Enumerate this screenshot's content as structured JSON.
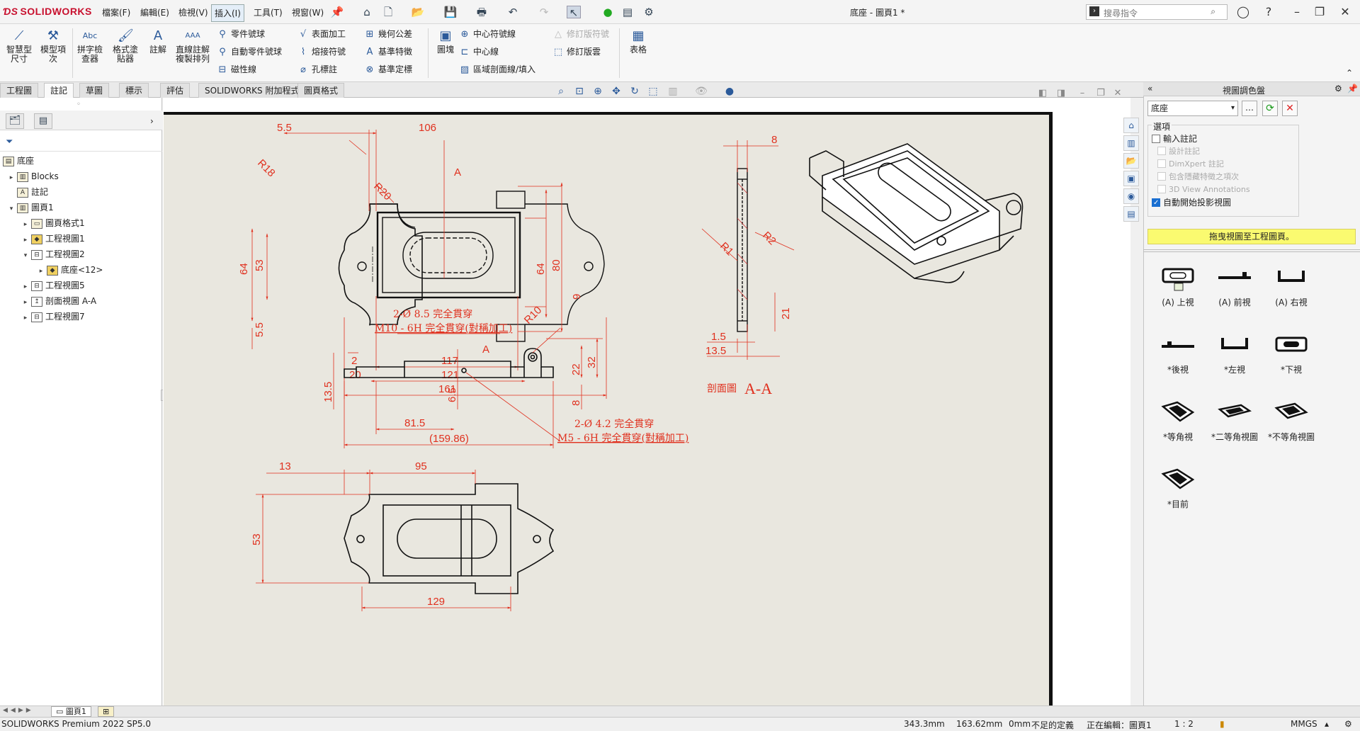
{
  "app": {
    "logo": "SOLIDWORKS",
    "document_title": "底座 - 圖頁1 *",
    "menus": [
      "檔案(F)",
      "編輯(E)",
      "檢視(V)",
      "插入(I)",
      "工具(T)",
      "視窗(W)"
    ],
    "active_menu": "插入(I)",
    "search_placeholder": "搜尋指令"
  },
  "ribbon": {
    "big_buttons": [
      {
        "label": "智慧型\n尺寸",
        "icon": "smart-dimension-icon"
      },
      {
        "label": "模型項\n次",
        "icon": "model-items-icon"
      },
      {
        "label": "拼字檢\n查器",
        "icon": "spell-check-icon"
      },
      {
        "label": "格式塗\n貼器",
        "icon": "format-painter-icon"
      },
      {
        "label": "註解",
        "icon": "note-icon"
      },
      {
        "label": "直線註解\n複製排列",
        "icon": "linear-note-pattern-icon"
      }
    ],
    "col1": [
      "零件號球",
      "自動零件號球",
      "磁性線"
    ],
    "col2": [
      "表面加工",
      "熔接符號",
      "孔標註"
    ],
    "col3": [
      "幾何公差",
      "基準特徵",
      "基準定標"
    ],
    "block_label": "圖塊",
    "col4": [
      "中心符號線",
      "中心線",
      "區域剖面線/填入"
    ],
    "col5": [
      "修訂版符號",
      "修訂版雲"
    ],
    "table_label": "表格"
  },
  "command_tabs": [
    "工程圖",
    "註記",
    "草圖",
    "標示",
    "評估",
    "SOLIDWORKS 附加程式",
    "圖頁格式"
  ],
  "active_tab": "註記",
  "tree": [
    {
      "label": "底座",
      "level": 0,
      "arrow": ""
    },
    {
      "label": "Blocks",
      "level": 1,
      "arrow": "▸"
    },
    {
      "label": "註記",
      "level": 1,
      "arrow": ""
    },
    {
      "label": "圖頁1",
      "level": 1,
      "arrow": "▾"
    },
    {
      "label": "圖頁格式1",
      "level": 2,
      "arrow": "▸"
    },
    {
      "label": "工程視圖1",
      "level": 2,
      "arrow": "▸"
    },
    {
      "label": "工程視圖2",
      "level": 2,
      "arrow": "▾"
    },
    {
      "label": "底座<12>",
      "level": 3,
      "arrow": "▸"
    },
    {
      "label": "工程視圖5",
      "level": 2,
      "arrow": "▸"
    },
    {
      "label": "剖面視圖 A-A",
      "level": 2,
      "arrow": "▸"
    },
    {
      "label": "工程視圖7",
      "level": 2,
      "arrow": "▸"
    }
  ],
  "drawing": {
    "dims_top": [
      "5.5",
      "106",
      "R18",
      "R20",
      "64",
      "53",
      "5.5",
      "2",
      "20",
      "117",
      "121",
      "161",
      "64",
      "80",
      "9",
      "A",
      "A"
    ],
    "section": [
      "8",
      "R2",
      "R1",
      "21",
      "1.5",
      "13.5",
      "剖面圖",
      "A-A"
    ],
    "front_notes": [
      "2-Ø 8.5 完全貫穿",
      "M10 - 6H 完全貫穿(對稱加工)",
      "R10",
      "2-Ø 4.2 完全貫穿",
      "M5 - 6H 完全貫穿(對稱加工)"
    ],
    "front_dims": [
      "13.5",
      "6.5",
      "81.5",
      "(159.86)",
      "22",
      "32",
      "8"
    ],
    "bottom_dims": [
      "13",
      "95",
      "53",
      "129"
    ]
  },
  "view_palette": {
    "title": "視圖調色盤",
    "selected_part": "底座",
    "options_title": "選項",
    "options": [
      {
        "label": "輸入註記",
        "checked": false,
        "disabled": false
      },
      {
        "label": "設計註記",
        "checked": false,
        "disabled": true
      },
      {
        "label": "DimXpert 註記",
        "checked": false,
        "disabled": true
      },
      {
        "label": "包含隱藏特徵之項次",
        "checked": false,
        "disabled": true
      },
      {
        "label": "3D View Annotations",
        "checked": false,
        "disabled": true
      },
      {
        "label": "自動開始投影視圖",
        "checked": true,
        "disabled": false
      }
    ],
    "drag_hint": "拖曳視圖至工程圖頁。",
    "views": [
      "(A) 上視",
      "(A) 前視",
      "(A) 右視",
      "*後視",
      "*左視",
      "*下視",
      "*等角視",
      "*二等角視圖",
      "*不等角視圖",
      "*目前"
    ]
  },
  "sheet_tab": "圖頁1",
  "status": {
    "product": "SOLIDWORKS Premium 2022 SP5.0",
    "x": "343.3mm",
    "y": "163.62mm",
    "z": "0mm",
    "defined": "不足的定義",
    "editing": "正在編輯：圖頁1",
    "scale": "1 : 2",
    "units": "MMGS"
  },
  "colors": {
    "dim_red": "#e0301e",
    "logo_red": "#c8102e",
    "sheet_bg": "#e9e7df"
  }
}
